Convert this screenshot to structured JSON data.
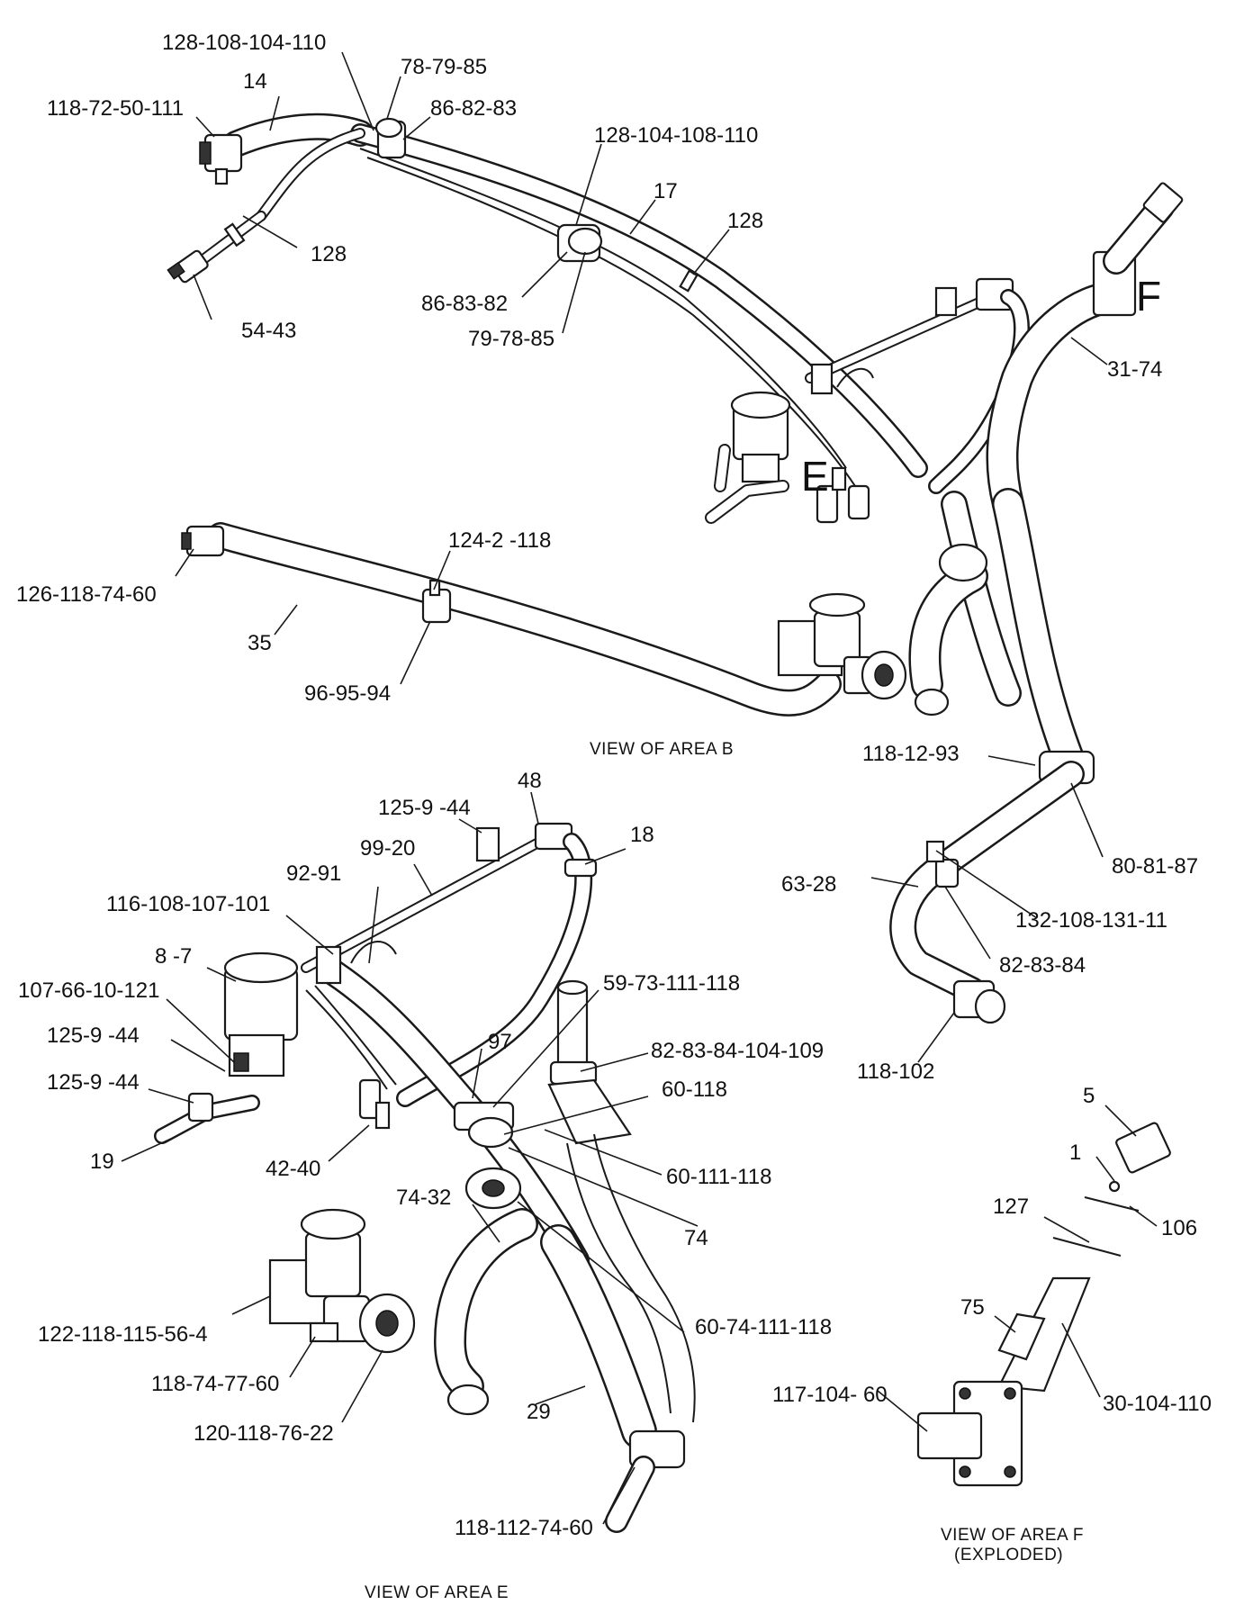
{
  "areas": {
    "b": "E",
    "f": "F"
  },
  "captions": {
    "area_b": "VIEW OF AREA B",
    "area_e": "VIEW OF AREA E",
    "area_f_line1": "VIEW OF AREA F",
    "area_f_line2": "(EXPLODED)"
  },
  "callouts": [
    "128-108-104-110",
    "14",
    "78-79-85",
    "118-72-50-111",
    "86-82-83",
    "128-104-108-110",
    "17",
    "128",
    "128",
    "86-83-82",
    "79-78-85",
    "54-43",
    "31-74",
    "126-118-74-60",
    "124-2 -118",
    "35",
    "96-95-94",
    "118-12-93",
    "48",
    "125-9 -44",
    "18",
    "99-20",
    "92-91",
    "116-108-107-101",
    "8 -7",
    "107-66-10-121",
    "125-9 -44",
    "125-9 -44",
    "19",
    "42-40",
    "97",
    "59-73-111-118",
    "82-83-84-104-109",
    "60-118",
    "60-111-118",
    "74",
    "74-32",
    "60-74-111-118",
    "29",
    "122-118-115-56-4",
    "118-74-77-60",
    "120-118-76-22",
    "118-112-74-60",
    "80-81-87",
    "63-28",
    "132-108-131-11",
    "82-83-84",
    "118-102",
    "5",
    "1",
    "127",
    "106",
    "75",
    "30-104-110",
    "117-104- 60"
  ]
}
